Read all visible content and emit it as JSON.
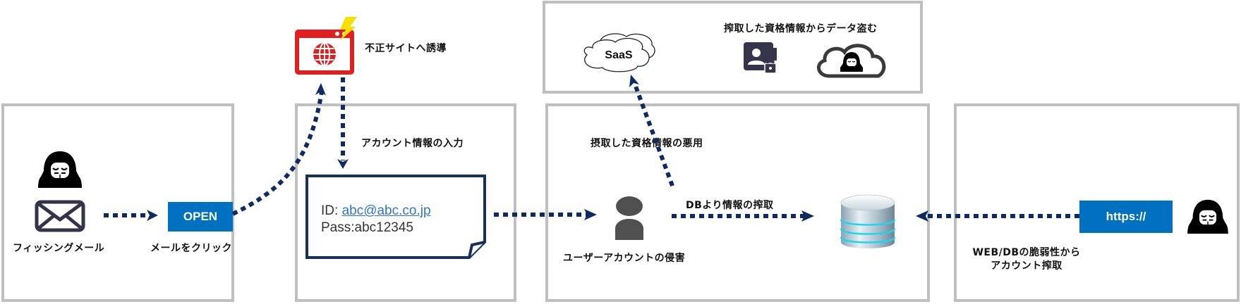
{
  "colors": {
    "panel_border": "#bfbfbf",
    "arrow": "#0d2a63",
    "button_blue": "#0070c0",
    "browser_red": "#e02020",
    "lightning_yellow": "#f5e000",
    "doc_border": "#17305a",
    "person_gray": "#505050",
    "icon_dark": "#34344a",
    "link_blue": "#2e74c9"
  },
  "stage1": {
    "hacker_icon": "hacker-icon",
    "mail_icon": "envelope-icon",
    "mail_label": "フィッシングメール",
    "open_button": "OPEN",
    "click_label": "メールをクリック"
  },
  "phishing_site": {
    "icon": "malicious-browser-icon",
    "label": "不正サイトへ誘導"
  },
  "stage2": {
    "title": "アカウント情報の入力",
    "id_prefix": "ID: ",
    "id_value": "abc@abc.co.jp",
    "pass_line": "Pass:abc12345"
  },
  "saas_panel": {
    "cloud_label": "SaaS",
    "title": "搾取した資格情報からデータ盗む",
    "credential_icon": "credential-lock-icon",
    "cloud_hacker_icon": "cloud-hacker-icon"
  },
  "stage3": {
    "misuse_label": "摂取した資格情報の悪用",
    "user_label": "ユーザーアカウントの侵害",
    "db_label": "DBより情報の搾取"
  },
  "stage4": {
    "db_icon": "database-icon"
  },
  "stage5": {
    "url_button": "https://",
    "hacker_icon": "hacker-icon",
    "vuln_label_line1": "WEB/DBの脆弱性から",
    "vuln_label_line2": "アカウント搾取"
  }
}
